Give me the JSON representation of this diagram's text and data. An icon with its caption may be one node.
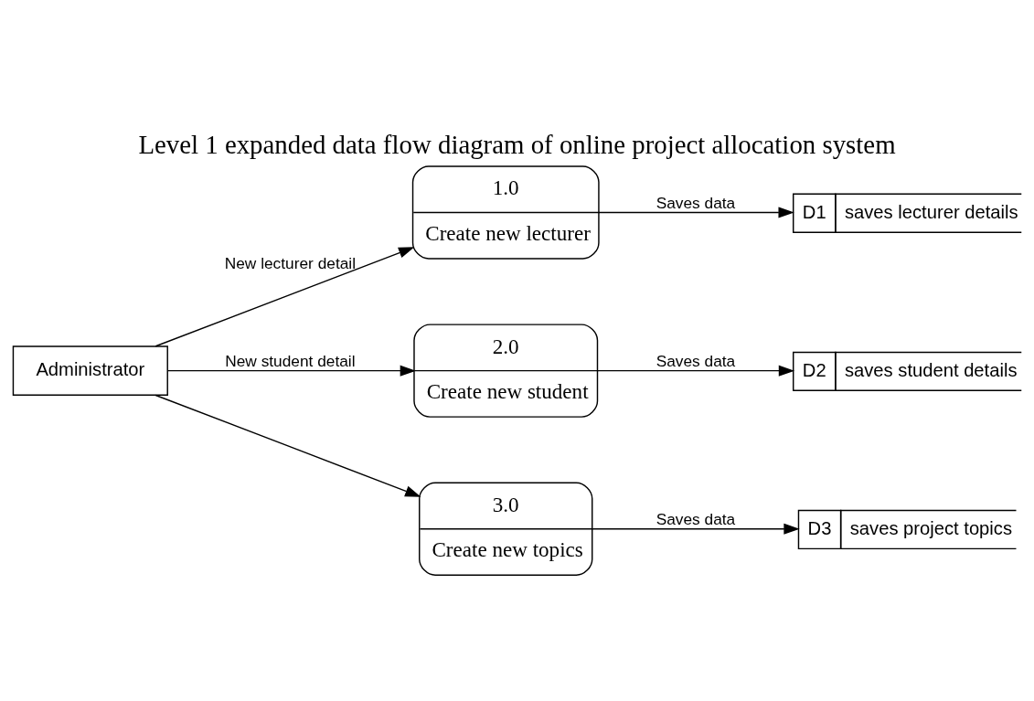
{
  "diagram": {
    "title": "Level 1 expanded data flow diagram of online project allocation system",
    "nodes": [
      {
        "text": [
          "Administrator"
        ]
      },
      {
        "text": [
          "1.0",
          "Create new lecturer"
        ]
      },
      {
        "text": [
          "D1",
          "saves lecturer details"
        ]
      },
      {
        "text": [
          "2.0",
          "Create new student"
        ]
      },
      {
        "text": [
          "D2",
          "saves student details"
        ]
      },
      {
        "text": [
          "3.0",
          "Create new topics"
        ]
      },
      {
        "text": [
          "D3",
          "saves project topics"
        ]
      }
    ],
    "edges": [
      {
        "from": 0,
        "to": 1,
        "arrow": "to",
        "label": "New lecturer detail"
      },
      {
        "from": 1,
        "to": 2,
        "arrow": "to",
        "label": "Saves data"
      },
      {
        "from": 0,
        "to": 3,
        "arrow": "to",
        "label": "New student detail"
      },
      {
        "from": 3,
        "to": 4,
        "arrow": "to",
        "label": "Saves data"
      },
      {
        "from": 0,
        "to": 5,
        "arrow": "to"
      },
      {
        "from": 5,
        "to": 6,
        "arrow": "to",
        "label": "Saves data"
      }
    ]
  }
}
